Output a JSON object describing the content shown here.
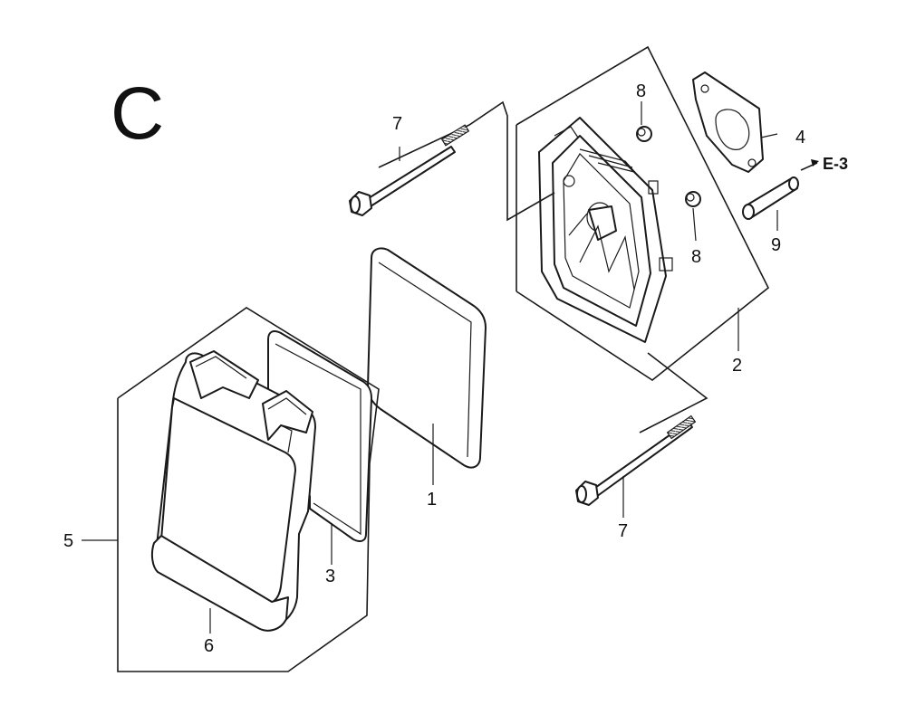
{
  "section_letter": "C",
  "reference": "E-3",
  "callouts": {
    "filter": "1",
    "case": "2",
    "gasket": "3",
    "packing": "4",
    "cover_assy": "5",
    "cover": "6",
    "bolt_upper": "7",
    "bolt_lower": "7",
    "collar_upper": "8",
    "collar_lower": "8",
    "tube": "9"
  }
}
